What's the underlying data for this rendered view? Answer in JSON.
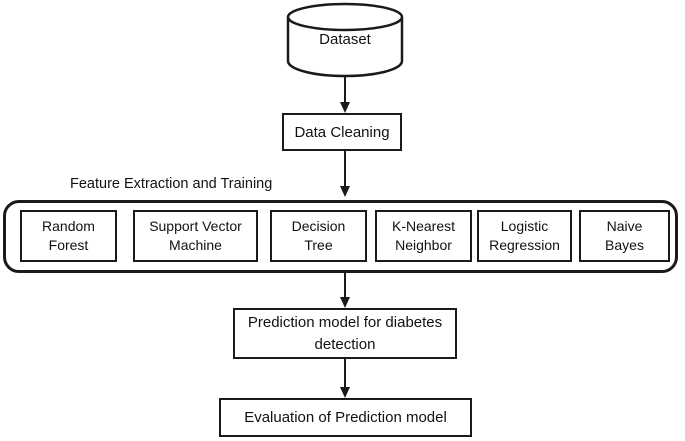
{
  "figure": {
    "group_label": "Feature Extraction and Training",
    "nodes": {
      "dataset": {
        "label": "Dataset",
        "shape": "database-cylinder"
      },
      "data_cleaning": {
        "label": "Data Cleaning"
      },
      "classifiers": [
        {
          "label": "Random Forest",
          "lines": [
            "Random",
            "Forest"
          ]
        },
        {
          "label": "Support Vector Machine",
          "lines": [
            "Support Vector",
            "Machine"
          ]
        },
        {
          "label": "Decision Tree",
          "lines": [
            "Decision",
            "Tree"
          ]
        },
        {
          "label": "K-Nearest Neighbor",
          "lines": [
            "K-Nearest",
            "Neighbor"
          ]
        },
        {
          "label": "Logistic Regression",
          "lines": [
            "Logistic",
            "Regression"
          ]
        },
        {
          "label": "Naive Bayes",
          "lines": [
            "Naive",
            "Bayes"
          ]
        }
      ],
      "prediction": {
        "label": "Prediction model for diabetes detection",
        "lines": [
          "Prediction model for diabetes",
          "detection"
        ]
      },
      "evaluation": {
        "label": "Evaluation of Prediction model"
      }
    },
    "edges": [
      {
        "from": "Dataset",
        "to": "Data Cleaning"
      },
      {
        "from": "Data Cleaning",
        "to": "Feature Extraction and Training"
      },
      {
        "from": "Feature Extraction and Training",
        "to": "Prediction model for diabetes detection"
      },
      {
        "from": "Prediction model for diabetes detection",
        "to": "Evaluation of Prediction model"
      }
    ]
  },
  "colors": {
    "stroke": "#1a1a1a",
    "text": "#111111",
    "background": "#ffffff"
  }
}
